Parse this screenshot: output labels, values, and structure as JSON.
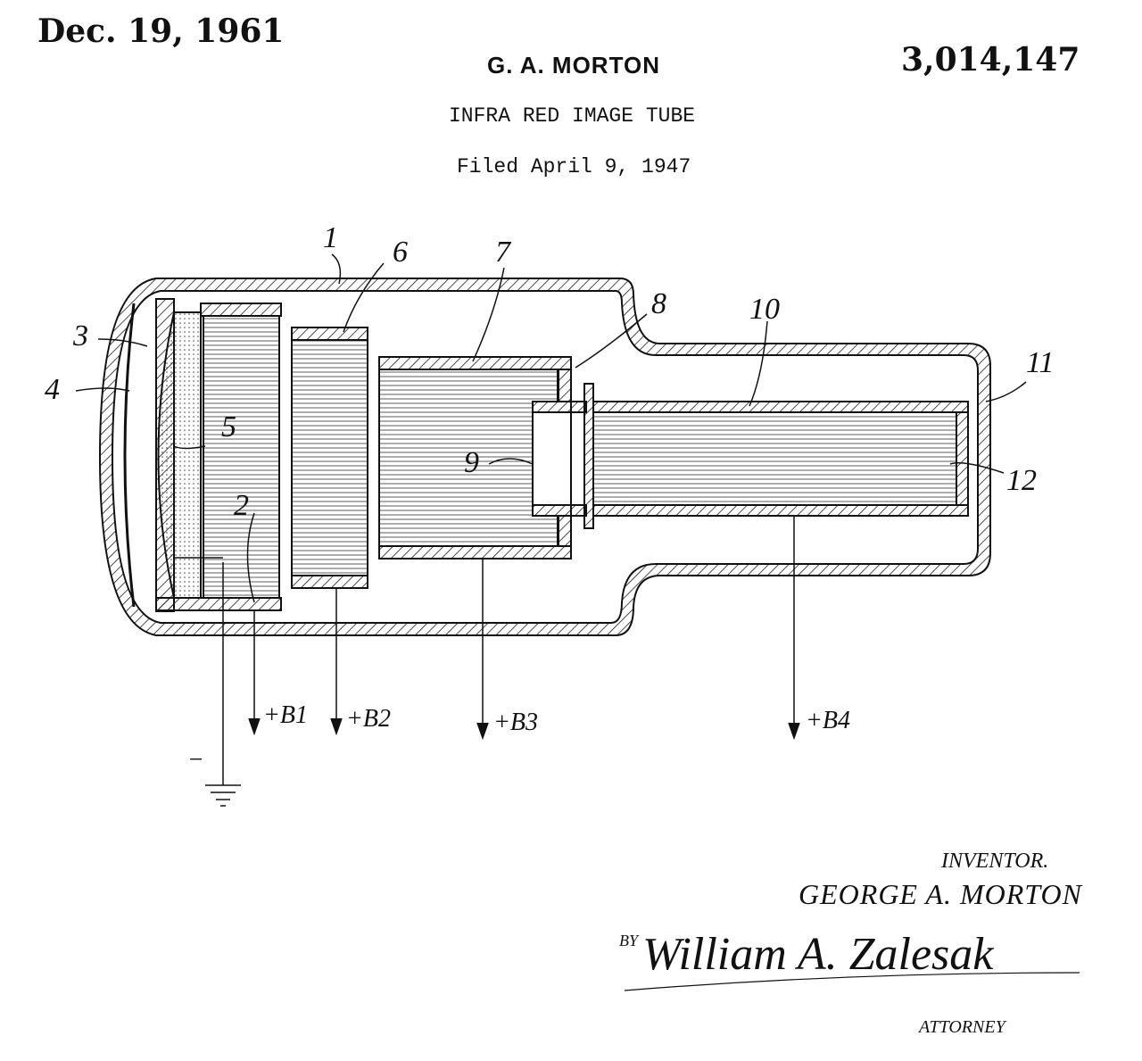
{
  "header": {
    "date": "Dec. 19, 1961",
    "inventor_name": "G. A. MORTON",
    "patent_number": "3,014,147",
    "title": "INFRA RED IMAGE TUBE",
    "filed": "Filed April 9, 1947"
  },
  "figure": {
    "reference_numerals": [
      "1",
      "2",
      "3",
      "4",
      "5",
      "6",
      "7",
      "8",
      "9",
      "10",
      "11",
      "12"
    ],
    "leads": [
      {
        "label": "+B1"
      },
      {
        "label": "+B2"
      },
      {
        "label": "+B3"
      },
      {
        "label": "+B4"
      }
    ],
    "ground_sign": "−"
  },
  "signature_block": {
    "inventor_label": "INVENTOR.",
    "inventor": "GEORGE A. MORTON",
    "by": "BY",
    "attorney_signature": "William A. Zalesak",
    "attorney_label": "ATTORNEY"
  }
}
